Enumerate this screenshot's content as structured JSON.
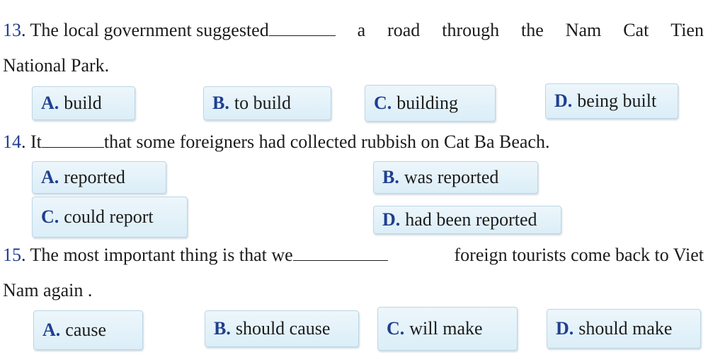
{
  "questions": [
    {
      "number": "13",
      "line1": {
        "text_before": "The local government suggested",
        "words_after": [
          "a",
          "road",
          "through",
          "the",
          "Nam",
          "Cat",
          "Tien"
        ]
      },
      "line2": "National Park.",
      "options": [
        {
          "letter": "A.",
          "text": "build"
        },
        {
          "letter": "B.",
          "text": "to build"
        },
        {
          "letter": "C.",
          "text": "building"
        },
        {
          "letter": "D.",
          "text": "being built"
        }
      ]
    },
    {
      "number": "14",
      "text_before": "It",
      "text_after": "that some foreigners had collected rubbish on Cat Ba Beach.",
      "options": [
        {
          "letter": "A.",
          "text": "reported"
        },
        {
          "letter": "B.",
          "text": "was reported"
        },
        {
          "letter": "C.",
          "text": "could report"
        },
        {
          "letter": "D.",
          "text": "had been reported"
        }
      ]
    },
    {
      "number": "15",
      "text_before": "The most important thing is that we",
      "text_after": "foreign tourists come back to Viet",
      "line2": "Nam again .",
      "options": [
        {
          "letter": "A.",
          "text": "cause"
        },
        {
          "letter": "B.",
          "text": "should cause"
        },
        {
          "letter": "C.",
          "text": "will make"
        },
        {
          "letter": "D.",
          "text": "should make"
        }
      ]
    }
  ]
}
